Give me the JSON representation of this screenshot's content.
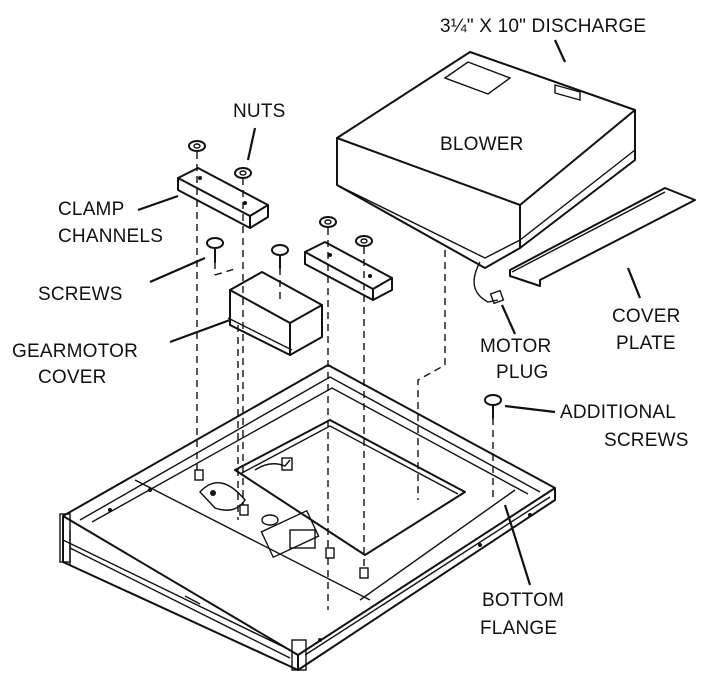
{
  "labels": {
    "discharge": "3¼\" X 10\" DISCHARGE",
    "blower": "BLOWER",
    "nuts": "NUTS",
    "clamp_line1": "CLAMP",
    "clamp_line2": "CHANNELS",
    "screws": "SCREWS",
    "gearmotor_line1": "GEARMOTOR",
    "gearmotor_line2": "COVER",
    "cover_plate_line1": "COVER",
    "cover_plate_line2": "PLATE",
    "motor_plug_line1": "MOTOR",
    "motor_plug_line2": "PLUG",
    "additional_line1": "ADDITIONAL",
    "additional_line2": "SCREWS",
    "bottom_flange_line1": "BOTTOM",
    "bottom_flange_line2": "FLANGE"
  },
  "colors": {
    "line": "#111111",
    "background": "#ffffff"
  },
  "icons": [
    "nut-icon",
    "screw-icon"
  ]
}
